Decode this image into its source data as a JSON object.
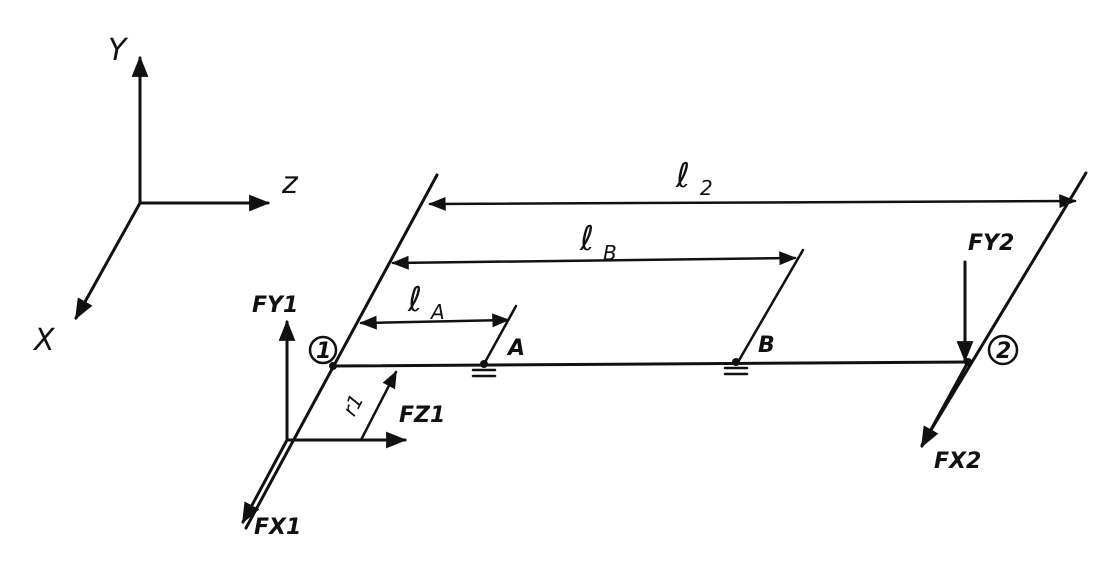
{
  "axes": {
    "y_label": "Y",
    "z_label": "z",
    "x_label": "X"
  },
  "dimensions": {
    "l2_main": "ℓ",
    "l2_sub": "2",
    "lB_main": "ℓ",
    "lB_sub": "B",
    "lA_main": "ℓ",
    "lA_sub": "A"
  },
  "supports": {
    "A_label": "A",
    "B_label": "B"
  },
  "nodes": {
    "node1": "1",
    "node2": "2"
  },
  "forces": {
    "fy1": "FY1",
    "fz1": "FZ1",
    "fx1": "FX1",
    "fy2": "FY2",
    "fx2": "FX2",
    "r1": "r1"
  }
}
